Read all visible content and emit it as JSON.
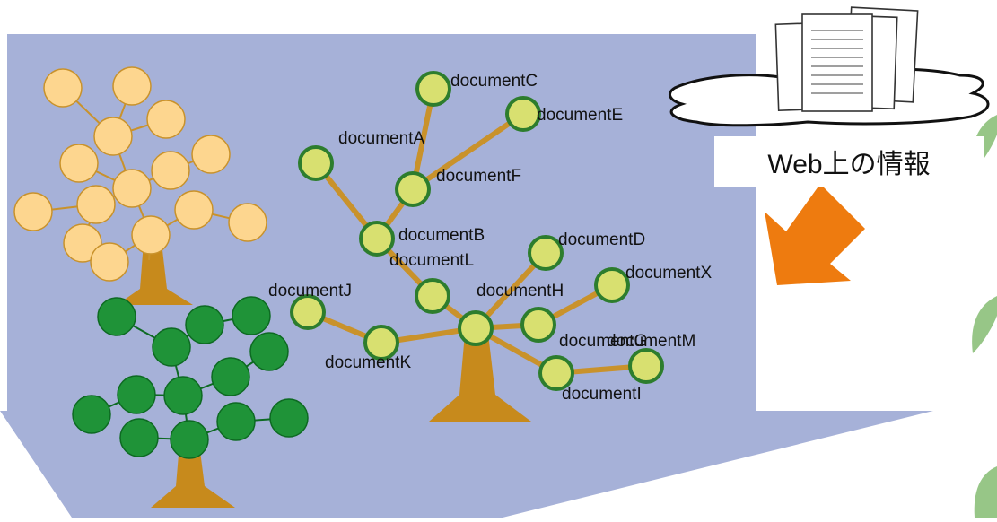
{
  "colors": {
    "background_arrow": "#a6b1d8",
    "doc_node_fill": "#d8e070",
    "doc_node_stroke": "#2d7d2d",
    "branch": "#c9922b",
    "trunk": "#c78a1c",
    "yellow_tree_node": "#fdd68f",
    "yellow_tree_stroke": "#c9922b",
    "green_tree_node": "#1f9338",
    "green_tree_stroke": "#0d6a22",
    "orange_arrow": "#ee7b0f",
    "leaf": "#8cc07a"
  },
  "cloud": {
    "label": "Web上の情報",
    "icon": "documents-stack-icon"
  },
  "documents": [
    {
      "id": "C",
      "label": "documentC"
    },
    {
      "id": "A",
      "label": "documentA"
    },
    {
      "id": "E",
      "label": "documentE"
    },
    {
      "id": "F",
      "label": "documentF"
    },
    {
      "id": "B",
      "label": "documentB"
    },
    {
      "id": "L",
      "label": "documentL"
    },
    {
      "id": "D",
      "label": "documentD"
    },
    {
      "id": "J",
      "label": "documentJ"
    },
    {
      "id": "H",
      "label": "documentH"
    },
    {
      "id": "X",
      "label": "documentX"
    },
    {
      "id": "G",
      "label": "documentG"
    },
    {
      "id": "K",
      "label": "documentK"
    },
    {
      "id": "M",
      "label": "documentM"
    },
    {
      "id": "I",
      "label": "documentI"
    }
  ]
}
